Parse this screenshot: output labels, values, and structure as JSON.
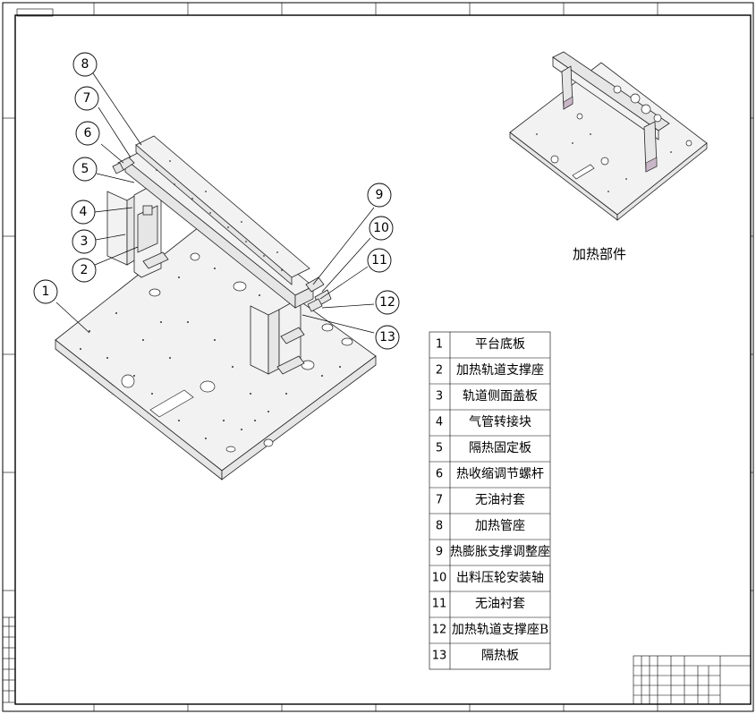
{
  "sheet_tag": "",
  "preview_caption": "加热部件",
  "balloons": [
    {
      "n": "1"
    },
    {
      "n": "2"
    },
    {
      "n": "3"
    },
    {
      "n": "4"
    },
    {
      "n": "5"
    },
    {
      "n": "6"
    },
    {
      "n": "7"
    },
    {
      "n": "8"
    },
    {
      "n": "9"
    },
    {
      "n": "10"
    },
    {
      "n": "11"
    },
    {
      "n": "12"
    },
    {
      "n": "13"
    }
  ],
  "bom": [
    {
      "no": "1",
      "name": "平台底板"
    },
    {
      "no": "2",
      "name": "加热轨道支撑座"
    },
    {
      "no": "3",
      "name": "轨道侧面盖板"
    },
    {
      "no": "4",
      "name": "气管转接块"
    },
    {
      "no": "5",
      "name": "隔热固定板"
    },
    {
      "no": "6",
      "name": "热收缩调节螺杆"
    },
    {
      "no": "7",
      "name": "无油衬套"
    },
    {
      "no": "8",
      "name": "加热管座"
    },
    {
      "no": "9",
      "name": "热膨胀支撑调整座"
    },
    {
      "no": "10",
      "name": "出料压轮安装轴"
    },
    {
      "no": "11",
      "name": "无油衬套"
    },
    {
      "no": "12",
      "name": "加热轨道支撑座B"
    },
    {
      "no": "13",
      "name": "隔热板"
    }
  ]
}
